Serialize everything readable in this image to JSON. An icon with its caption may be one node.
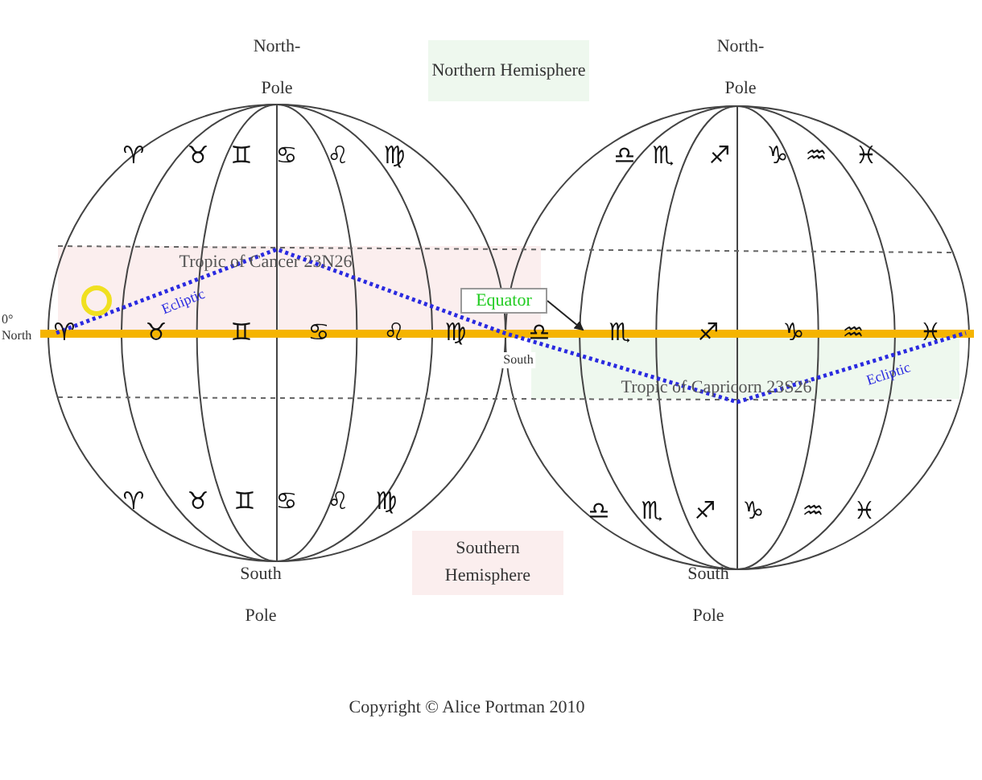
{
  "diagram": {
    "nodes": [
      {
        "text": [
          "Northern Hemisphere"
        ]
      },
      {
        "text": [
          "Equator"
        ]
      },
      {
        "text": [
          "Southern Hemisphere"
        ]
      },
      {
        "text": [],
        "shape": "bar"
      }
    ],
    "edges": [
      {
        "from": 1,
        "to": 3,
        "arrow": "to"
      }
    ],
    "labels": [
      "North- Pole",
      "North- Pole",
      "♈",
      "♉",
      "♊",
      "♋",
      "♌",
      "♍",
      "♎",
      "♏",
      "♐",
      "♑",
      "♒",
      "♓",
      "Tropic of Cancer 23N26",
      "Ecliptic",
      "0° North",
      "♈",
      "♉",
      "♊",
      "♋",
      "♌",
      "♍",
      "South",
      "♎",
      "♏",
      "♐",
      "♑",
      "♒",
      "♓",
      "Ecliptic",
      "Tropic of Capricorn 23S26",
      "♈",
      "♉",
      "♊",
      "♋",
      "♌",
      "♍",
      "♎",
      "♏",
      "♐",
      "♑",
      "♒",
      "♓",
      "South Pole",
      "South Pole",
      "Copyright © Alice Portman 2010"
    ]
  }
}
